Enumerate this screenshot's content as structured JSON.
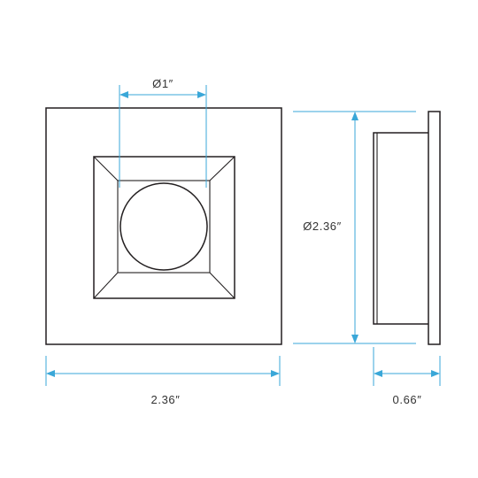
{
  "dimensions": {
    "aperture_diameter": "Ø1″",
    "overall_diameter": "Ø2.36″",
    "overall_width": "2.36″",
    "depth": "0.66″"
  },
  "colors": {
    "part_outline": "#231f20",
    "dimension_line": "#3aa7d8",
    "label_text": "#333333",
    "background": "#ffffff"
  }
}
